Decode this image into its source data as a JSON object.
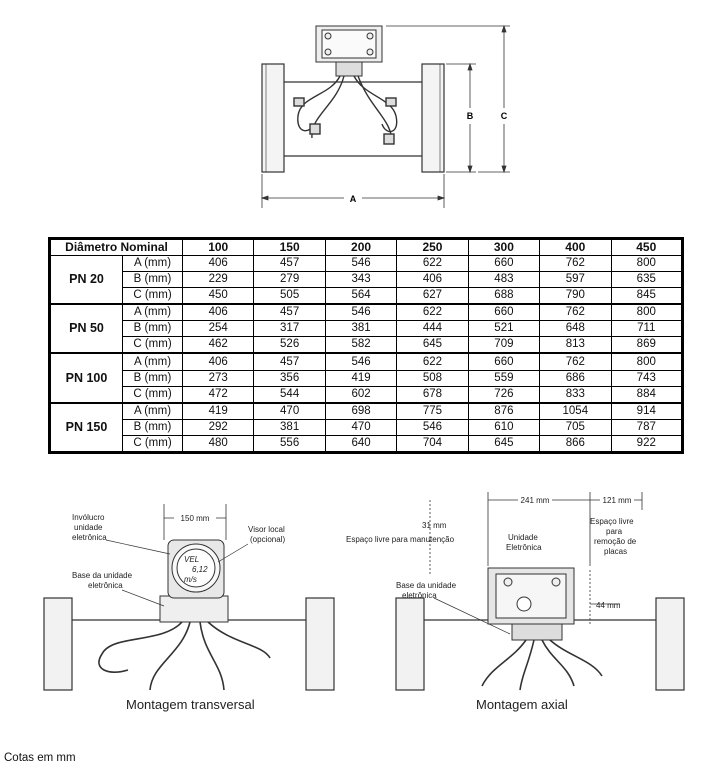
{
  "top_figure": {
    "dim_labels": {
      "a": "A",
      "b": "B",
      "c": "C"
    }
  },
  "table": {
    "header": [
      "Diâmetro Nominal",
      "100",
      "150",
      "200",
      "250",
      "300",
      "400",
      "450"
    ],
    "groups": [
      {
        "pn": "PN 20",
        "rows": [
          {
            "param": "A (mm)",
            "values": [
              "406",
              "457",
              "546",
              "622",
              "660",
              "762",
              "800"
            ]
          },
          {
            "param": "B (mm)",
            "values": [
              "229",
              "279",
              "343",
              "406",
              "483",
              "597",
              "635"
            ]
          },
          {
            "param": "C (mm)",
            "values": [
              "450",
              "505",
              "564",
              "627",
              "688",
              "790",
              "845"
            ]
          }
        ]
      },
      {
        "pn": "PN 50",
        "rows": [
          {
            "param": "A (mm)",
            "values": [
              "406",
              "457",
              "546",
              "622",
              "660",
              "762",
              "800"
            ]
          },
          {
            "param": "B (mm)",
            "values": [
              "254",
              "317",
              "381",
              "444",
              "521",
              "648",
              "711"
            ]
          },
          {
            "param": "C (mm)",
            "values": [
              "462",
              "526",
              "582",
              "645",
              "709",
              "813",
              "869"
            ]
          }
        ]
      },
      {
        "pn": "PN 100",
        "rows": [
          {
            "param": "A (mm)",
            "values": [
              "406",
              "457",
              "546",
              "622",
              "660",
              "762",
              "800"
            ]
          },
          {
            "param": "B (mm)",
            "values": [
              "273",
              "356",
              "419",
              "508",
              "559",
              "686",
              "743"
            ]
          },
          {
            "param": "C (mm)",
            "values": [
              "472",
              "544",
              "602",
              "678",
              "726",
              "833",
              "884"
            ]
          }
        ]
      },
      {
        "pn": "PN 150",
        "rows": [
          {
            "param": "A (mm)",
            "values": [
              "419",
              "470",
              "698",
              "775",
              "876",
              "1054",
              "914"
            ]
          },
          {
            "param": "B (mm)",
            "values": [
              "292",
              "381",
              "470",
              "546",
              "610",
              "705",
              "787"
            ]
          },
          {
            "param": "C (mm)",
            "values": [
              "480",
              "556",
              "640",
              "704",
              "645",
              "866",
              "922"
            ]
          }
        ]
      }
    ]
  },
  "left_figure": {
    "enclosure_label_1": "Invólucro",
    "enclosure_label_2": "unidade",
    "enclosure_label_3": "eletrônica",
    "width_label": "150 mm",
    "display_label_1": "Visor local",
    "display_label_2": "(opcional)",
    "display_text_1": "VEL",
    "display_text_2": "6,12",
    "display_text_3": "m/s",
    "base_label_1": "Base da unidade",
    "base_label_2": "eletrônica",
    "caption": "Montagem transversal"
  },
  "right_figure": {
    "width_label_1": "241 mm",
    "width_label_2": "121 mm",
    "height_label": "31 mm",
    "maintenance_label": "Espaço livre para manutenção",
    "unit_label_1": "Unidade",
    "unit_label_2": "Eletrônica",
    "removal_label_1": "Espaço livre",
    "removal_label_2": "para",
    "removal_label_3": "remoção de",
    "removal_label_4": "placas",
    "base_label_1": "Base da unidade",
    "base_label_2": "eletrônica",
    "side_label": "44 mm",
    "caption": "Montagem axial"
  },
  "footer_note": "Cotas em mm"
}
